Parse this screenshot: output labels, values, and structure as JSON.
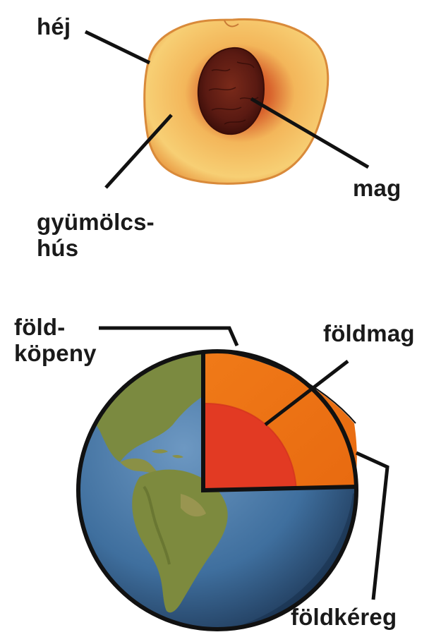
{
  "peach_diagram": {
    "skin_label": "héj",
    "pit_label": "mag",
    "flesh_label_line1": "gyümölcs-",
    "flesh_label_line2": "hús"
  },
  "earth_diagram": {
    "mantle_label_line1": "föld-",
    "mantle_label_line2": "köpeny",
    "core_label": "földmag",
    "crust_label": "földkéreg"
  },
  "colors": {
    "line": "#111111",
    "peach_flesh": "#f6c96a",
    "peach_skin": "#e59a3e",
    "peach_pit": "#5a1a12",
    "mantle": "#ef7414",
    "core": "#e23a23",
    "ocean": "#3f6f9e",
    "land": "#7d8a3e"
  }
}
